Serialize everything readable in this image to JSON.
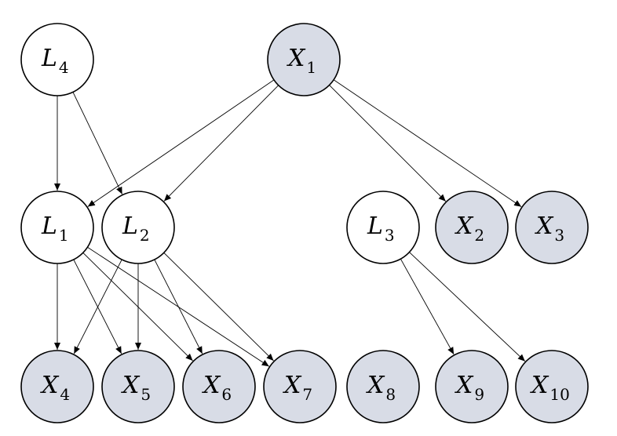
{
  "colors": {
    "latent_fill": "#ffffff",
    "observed_fill": "#d8dce6",
    "stroke": "#000000",
    "edge": "#000000"
  },
  "nodes": [
    {
      "id": "L4",
      "letter": "L",
      "sub": "4",
      "kind": "latent"
    },
    {
      "id": "X1",
      "letter": "X",
      "sub": "1",
      "kind": "observed"
    },
    {
      "id": "L1",
      "letter": "L",
      "sub": "1",
      "kind": "latent"
    },
    {
      "id": "L2",
      "letter": "L",
      "sub": "2",
      "kind": "latent"
    },
    {
      "id": "L3",
      "letter": "L",
      "sub": "3",
      "kind": "latent"
    },
    {
      "id": "X2",
      "letter": "X",
      "sub": "2",
      "kind": "observed"
    },
    {
      "id": "X3",
      "letter": "X",
      "sub": "3",
      "kind": "observed"
    },
    {
      "id": "X4",
      "letter": "X",
      "sub": "4",
      "kind": "observed"
    },
    {
      "id": "X5",
      "letter": "X",
      "sub": "5",
      "kind": "observed"
    },
    {
      "id": "X6",
      "letter": "X",
      "sub": "6",
      "kind": "observed"
    },
    {
      "id": "X7",
      "letter": "X",
      "sub": "7",
      "kind": "observed"
    },
    {
      "id": "X8",
      "letter": "X",
      "sub": "8",
      "kind": "observed"
    },
    {
      "id": "X9",
      "letter": "X",
      "sub": "9",
      "kind": "observed"
    },
    {
      "id": "X10",
      "letter": "X",
      "sub": "10",
      "kind": "observed"
    }
  ],
  "edges": [
    {
      "from": "L4",
      "to": "L1"
    },
    {
      "from": "L4",
      "to": "L2"
    },
    {
      "from": "X1",
      "to": "L1"
    },
    {
      "from": "X1",
      "to": "L2"
    },
    {
      "from": "X1",
      "to": "X2"
    },
    {
      "from": "X1",
      "to": "X3"
    },
    {
      "from": "L1",
      "to": "X4"
    },
    {
      "from": "L1",
      "to": "X5"
    },
    {
      "from": "L1",
      "to": "X6"
    },
    {
      "from": "L1",
      "to": "X7"
    },
    {
      "from": "L2",
      "to": "X4"
    },
    {
      "from": "L2",
      "to": "X5"
    },
    {
      "from": "L2",
      "to": "X6"
    },
    {
      "from": "L2",
      "to": "X7"
    },
    {
      "from": "L3",
      "to": "X9"
    },
    {
      "from": "L3",
      "to": "X10"
    }
  ]
}
